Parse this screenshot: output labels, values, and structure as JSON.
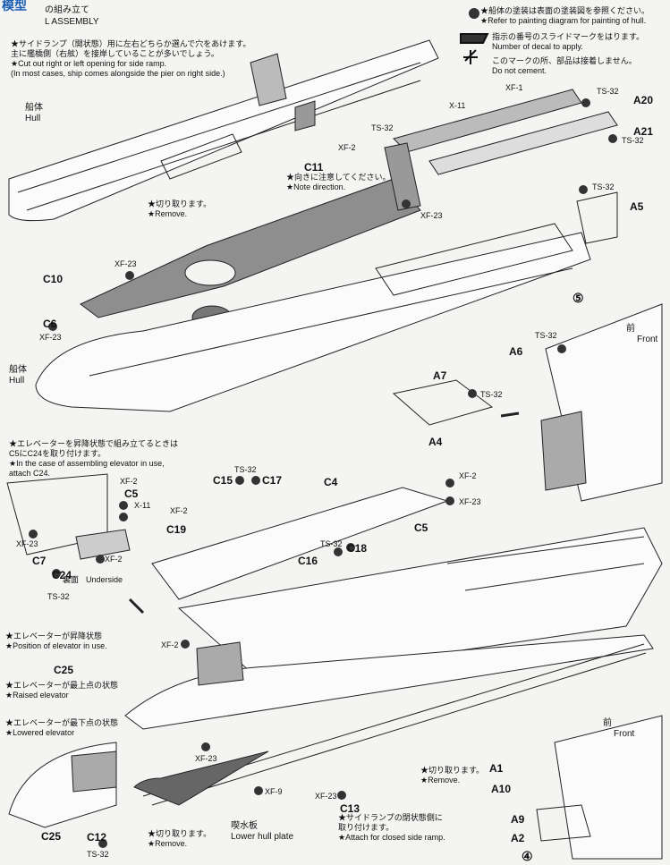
{
  "header": {
    "title_jp": "の組み立て",
    "title_en": "L ASSEMBLY",
    "logo_text": "模型"
  },
  "legend": {
    "paint_jp": "★船体の塗装は表面の塗装図を参照ください。",
    "paint_en": "★Refer to painting diagram for painting of hull.",
    "decal_jp": "指示の番号のスライドマークをはります。",
    "decal_en": "Number of decal to apply.",
    "cement_jp": "このマークの所、部品は接着しません。",
    "cement_en": "Do not cement."
  },
  "notes": {
    "ramp_jp1": "★サイドランプ（開状態）用に左右どちらか選んで穴をあけます。",
    "ramp_jp2": "主に艦橋側（右舷）を接岸していることが多いでしょう。",
    "ramp_en1": "★Cut out right or left opening for side ramp.",
    "ramp_en2": "(In most cases, ship comes alongside the pier on right side.)",
    "remove_jp": "★切り取ります。",
    "remove_en": "★Remove.",
    "direction_jp": "★向きに注意してください。",
    "direction_en": "★Note direction.",
    "elevator_jp1": "★エレベーターを昇降状態で組み立てるときは",
    "elevator_jp2": "C5にC24を取り付けます。",
    "elevator_en1": "★In the case of assembling elevator in use,",
    "elevator_en2": "attach C24.",
    "pos_jp": "★エレベーターが昇降状態",
    "pos_en": "★Position of elevator in use.",
    "raised_jp": "★エレベーターが最上点の状態",
    "raised_en": "★Raised elevator",
    "lowered_jp": "★エレベーターが最下点の状態",
    "lowered_en": "★Lowered elevator",
    "lower_hull_jp": "喫水板",
    "lower_hull_en": "Lower hull plate",
    "attach_jp1": "★サイドランプの閉状態側に",
    "attach_jp2": "取り付けます。",
    "attach_en": "★Attach for closed side ramp.",
    "underside_jp": "裏面",
    "underside_en": "Underside",
    "hull_jp": "船体",
    "hull_en": "Hull",
    "front_jp": "前",
    "front_en": "Front"
  },
  "parts": [
    "C11",
    "C10",
    "C6",
    "A7",
    "A4",
    "A5",
    "A6",
    "A20",
    "A21",
    "C15",
    "C17",
    "C19",
    "C4",
    "C5",
    "C7",
    "C24",
    "C16",
    "C18",
    "C25",
    "C12",
    "C13",
    "A1",
    "A10",
    "A9",
    "A2"
  ],
  "paints": [
    "XF-1",
    "X-11",
    "TS-32",
    "XF-2",
    "XF-23",
    "XF-9"
  ],
  "steps": {
    "s5": "⑤",
    "s4": "④"
  }
}
